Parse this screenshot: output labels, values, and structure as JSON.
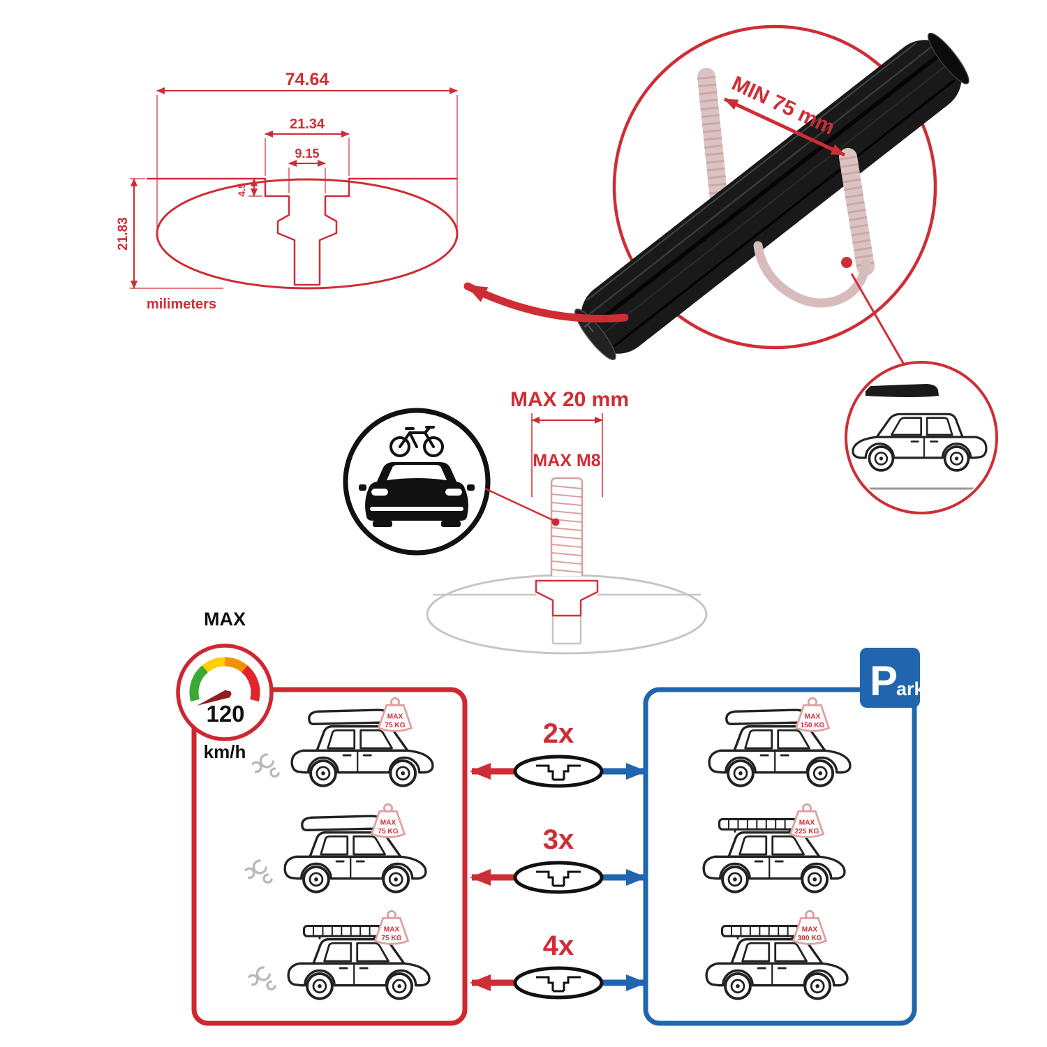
{
  "colors": {
    "accent_red": "#cf2d35",
    "panel_red": "#cf2630",
    "accent_blue": "#2065ae",
    "ghost_gray": "#c6c6c6",
    "ghost_red": "#dd9f9f",
    "gauge_green": "#3aa935",
    "gauge_yellow": "#ffcf00",
    "gauge_orange": "#f29100",
    "gauge_red": "#e2242c"
  },
  "dimension_drawing": {
    "total_width": "74.64",
    "slot_outer_width": "21.34",
    "slot_inner_width": "9.15",
    "step_depth": "4.5",
    "total_height": "21.83",
    "unit_label": "milimeters"
  },
  "crossbar_detail": {
    "min_span_label": "MIN 75 mm"
  },
  "bolt_detail": {
    "max_width_label": "MAX 20 mm",
    "max_thread_label": "MAX M8"
  },
  "speed_limit": {
    "title": "MAX",
    "value": "120",
    "unit": "km/h"
  },
  "driving_panel": {
    "cars": [
      {
        "badge_title": "MAX",
        "badge_value": "75 KG"
      },
      {
        "badge_title": "MAX",
        "badge_value": "75 KG"
      },
      {
        "badge_title": "MAX",
        "badge_value": "75 KG"
      }
    ]
  },
  "multipliers": [
    {
      "label": "2x"
    },
    {
      "label": "3x"
    },
    {
      "label": "4x"
    }
  ],
  "parking_panel": {
    "sign": {
      "letter": "P",
      "suffix": "ark"
    },
    "cars": [
      {
        "badge_title": "MAX",
        "badge_value": "150 KG"
      },
      {
        "badge_title": "MAX",
        "badge_value": "225 KG"
      },
      {
        "badge_title": "MAX",
        "badge_value": "300 KG"
      }
    ]
  }
}
